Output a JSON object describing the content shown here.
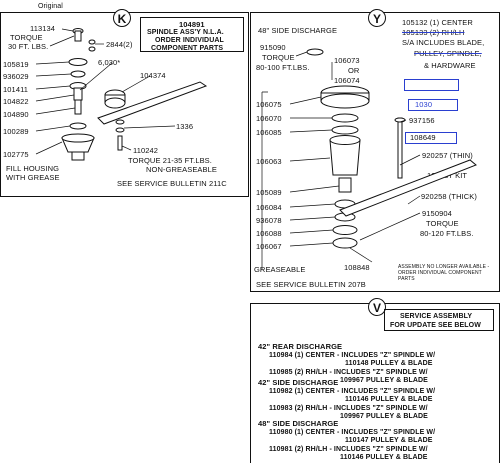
{
  "header": {
    "original_label": "Original"
  },
  "panel_k": {
    "letter": "K",
    "note": [
      "104891",
      "SPINDLE ASS'Y N.L.A.",
      "ORDER INDIVIDUAL",
      "COMPONENT PARTS"
    ],
    "parts": [
      "113134",
      "2844(2)",
      "105819",
      "936029",
      "6,030*",
      "104374",
      "101411",
      "104822",
      "104890",
      "1336",
      "100289",
      "110242",
      "102775"
    ],
    "torque_top": [
      "TORQUE",
      "30 FT. LBS."
    ],
    "torque_bottom": [
      "TORQUE 21-35 FT.LBS.",
      "NON-GREASEABLE"
    ],
    "fill_housing": [
      "FILL HOUSING",
      "WITH GREASE"
    ],
    "bulletin": "SEE SERVICE BULLETIN 211C"
  },
  "panel_y": {
    "letter": "Y",
    "side": "48\" SIDE DISCHARGE",
    "note": [
      "105132 (1) CENTER",
      "105133 (2) RH/LH",
      "S/A INCLUDES BLADE,",
      "PULLEY, SPINDLE,",
      "& HARDWARE"
    ],
    "torque_top": [
      "915090",
      "TORQUE",
      "80-100 FT.LBS."
    ],
    "parts_right": [
      "106073",
      "OR",
      "106074",
      "1030",
      "937156",
      "108649",
      "920257 (THIN)",
      "10663T KIT",
      "920258 (THICK)",
      "9150904",
      "TORQUE",
      "80-120 FT.LBS."
    ],
    "parts_left": [
      "106075",
      "106070",
      "106085",
      "106063",
      "105089",
      "106084",
      "936078",
      "106088",
      "106067"
    ],
    "greaseable": "GREASEABLE",
    "assembly_part": "108848",
    "assembly_note": [
      "ASSEMBLY NO LONGER AVAILABLE -",
      "ORDER INDIVIDUAL COMPONENT",
      "PARTS"
    ],
    "bulletin": "SEE SERVICE BULLETIN 207B"
  },
  "panel_v": {
    "letter": "V",
    "header": [
      "SERVICE ASSEMBLY",
      "FOR UPDATE SEE BELOW"
    ],
    "sections": [
      {
        "title": "42\" REAR DISCHARGE",
        "lines": [
          "110984 (1) CENTER - INCLUDES \"Z\" SPINDLE W/",
          "110148 PULLEY & BLADE",
          "110985 (2) RH/LH - INCLUDES \"Z\" SPINDLE W/",
          "109967 PULLEY & BLADE"
        ]
      },
      {
        "title": "42\" SIDE DISCHARGE",
        "lines": [
          "110982 (1) CENTER - INCLUDES \"Z\" SPINDLE W/",
          "110146 PULLEY & BLADE",
          "110983 (2) RH/LH - INCLUDES \"Z\" SPINDLE W/",
          "109967 PULLEY & BLADE"
        ]
      },
      {
        "title": "48\" SIDE DISCHARGE",
        "lines": [
          "110980 (1) CENTER - INCLUDES \"Z\" SPINDLE W/",
          "110147 PULLEY & BLADE",
          "110981 (2) RH/LH - INCLUDES \"Z\" SPINDLE W/",
          "110146 PULLEY & BLADE"
        ]
      }
    ]
  },
  "colors": {
    "ink": "#111111",
    "highlight": "#2a3fd0"
  }
}
